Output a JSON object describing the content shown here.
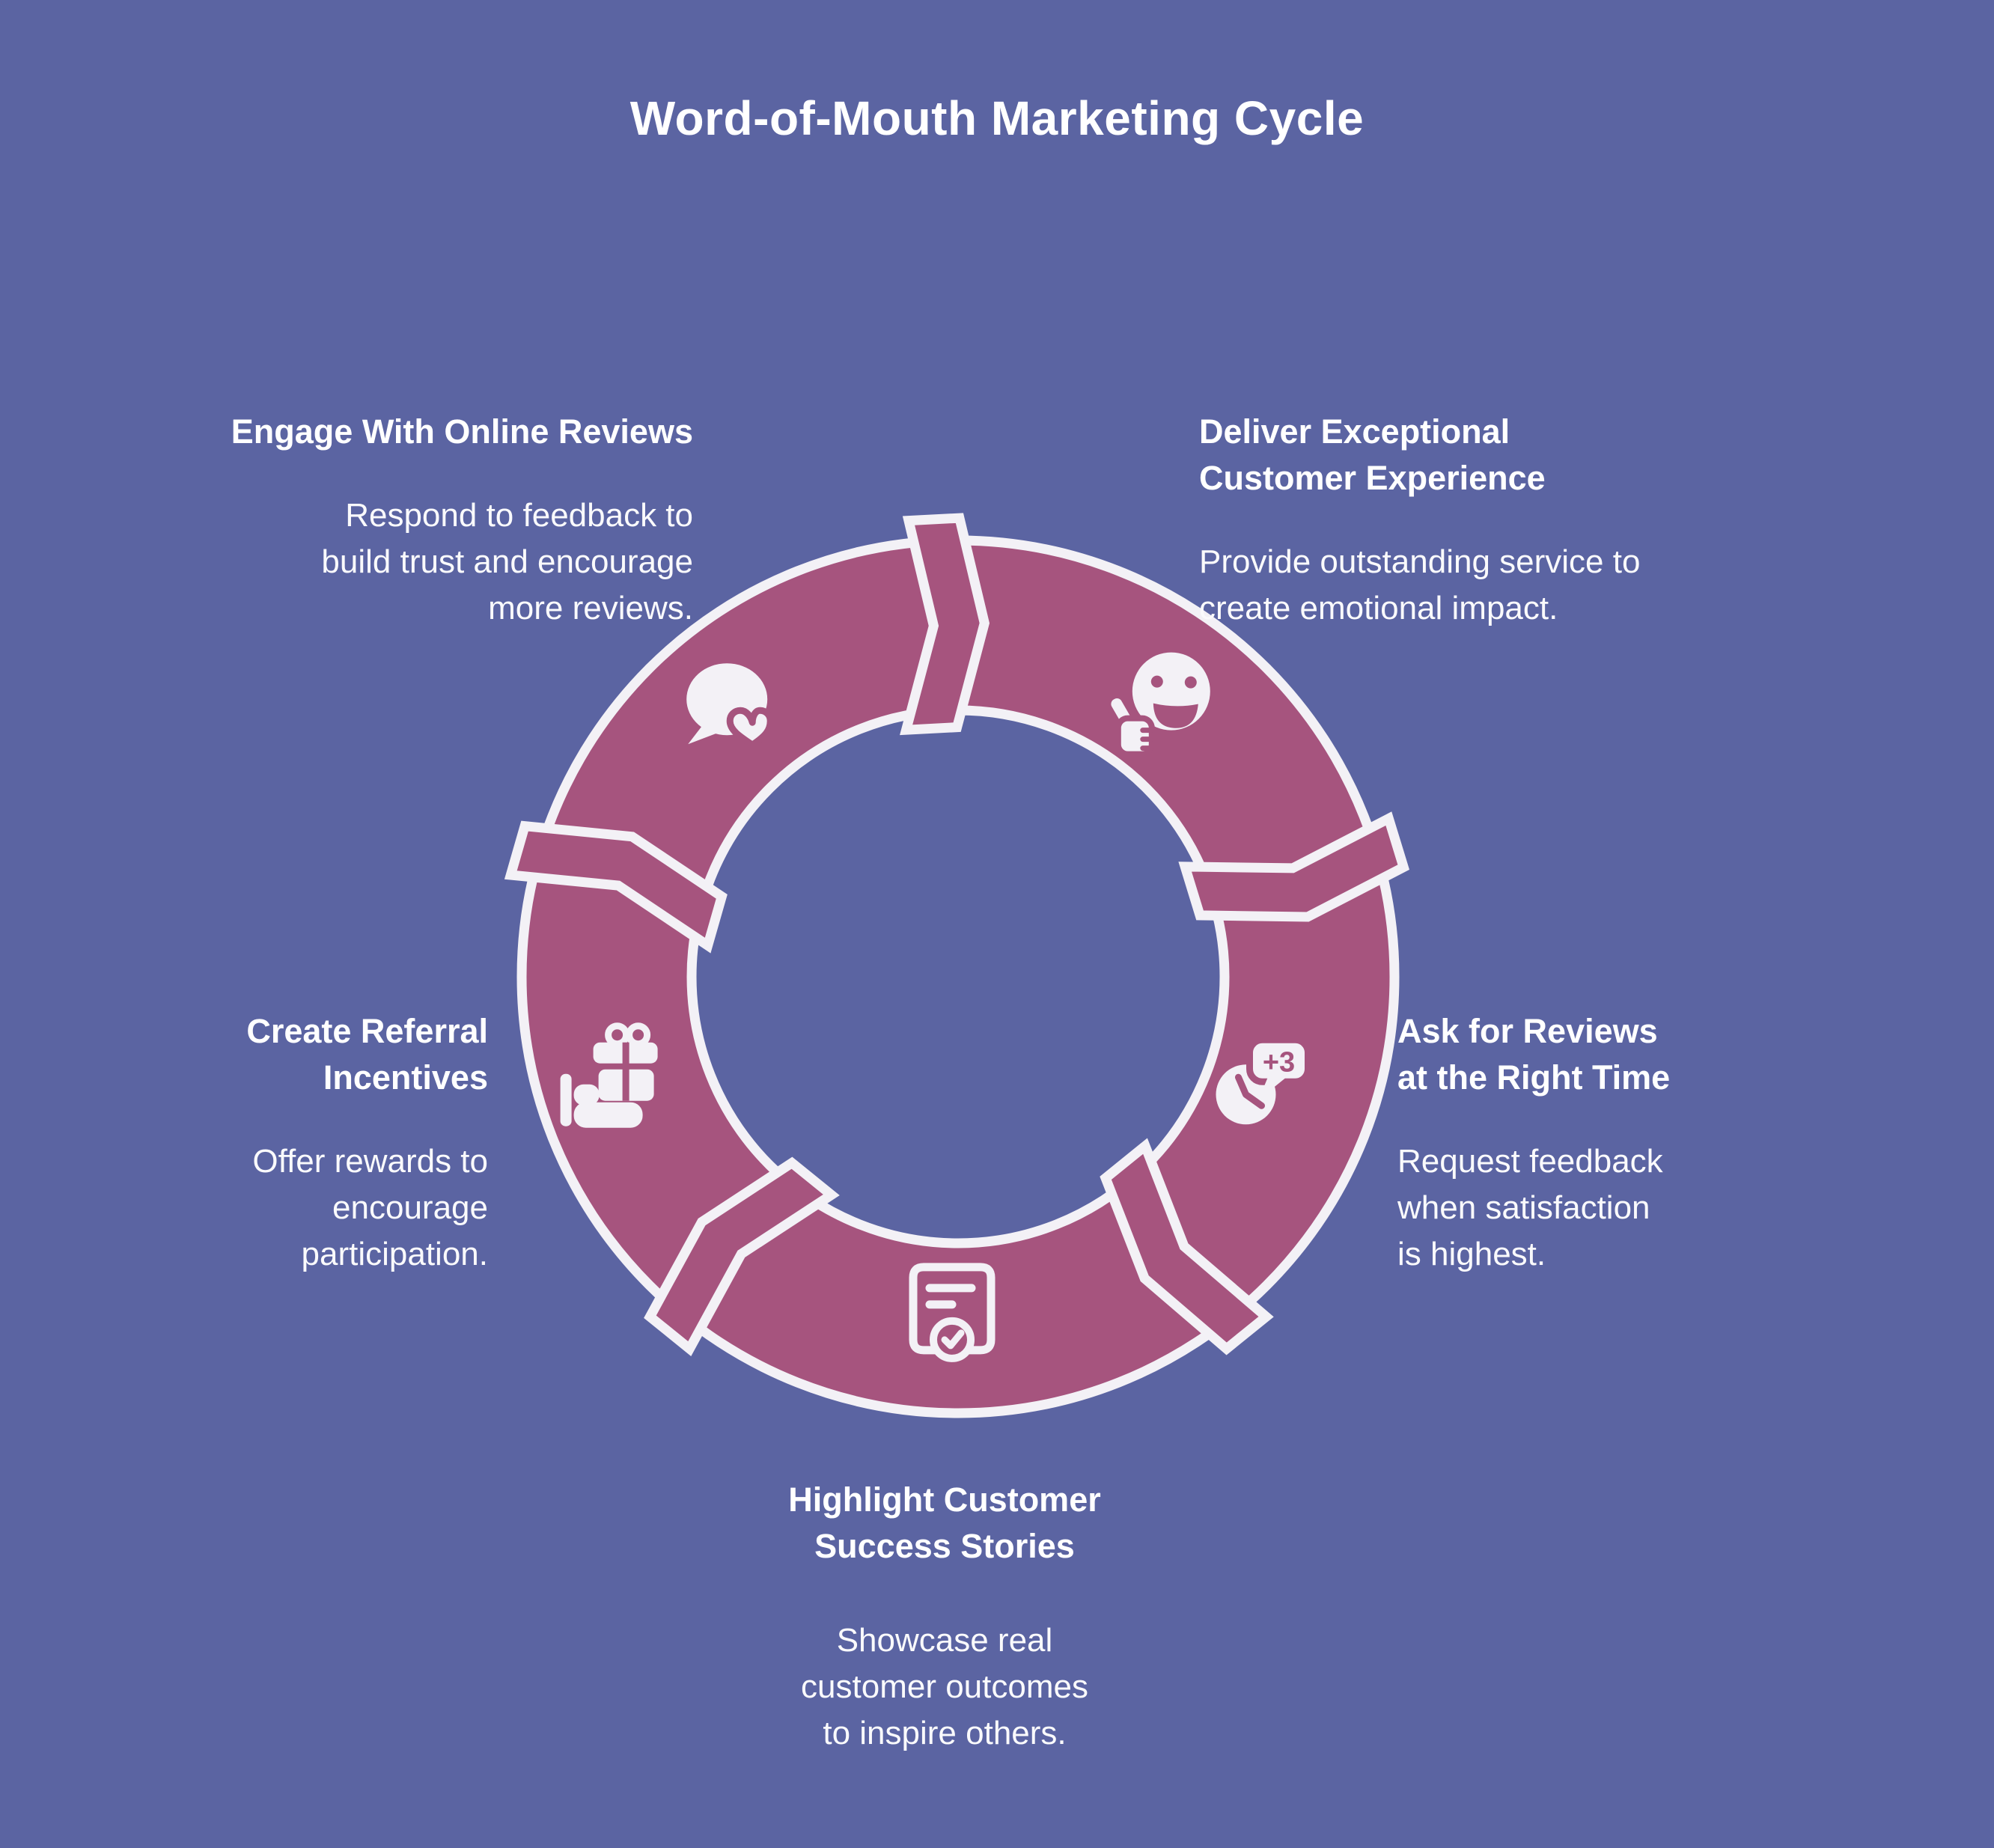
{
  "title": "Word-of-Mouth Marketing Cycle",
  "colors": {
    "background": "#5b64a2",
    "ring": "#a6547e",
    "outline": "#f3f1f6",
    "text": "#fafafc"
  },
  "steps": [
    {
      "id": "deliver",
      "heading": "Deliver Exceptional\nCustomer Experience",
      "body": "Provide outstanding service to\ncreate emotional impact.",
      "icon": "thumbs-up-smiley-icon"
    },
    {
      "id": "ask",
      "heading": "Ask for Reviews\nat the Right Time",
      "body": "Request feedback\nwhen satisfaction\nis highest.",
      "icon": "clock-reviews-icon",
      "badge": "+3"
    },
    {
      "id": "highlight",
      "heading": "Highlight Customer\nSuccess Stories",
      "body": "Showcase real\ncustomer outcomes\nto inspire others.",
      "icon": "document-check-icon"
    },
    {
      "id": "create",
      "heading": "Create Referral\nIncentives",
      "body": "Offer rewards to\nencourage\nparticipation.",
      "icon": "gift-hand-icon"
    },
    {
      "id": "engage",
      "heading": "Engage With Online Reviews",
      "body": "Respond to feedback to\nbuild trust and encourage\nmore reviews.",
      "icon": "chat-heart-icon"
    }
  ]
}
